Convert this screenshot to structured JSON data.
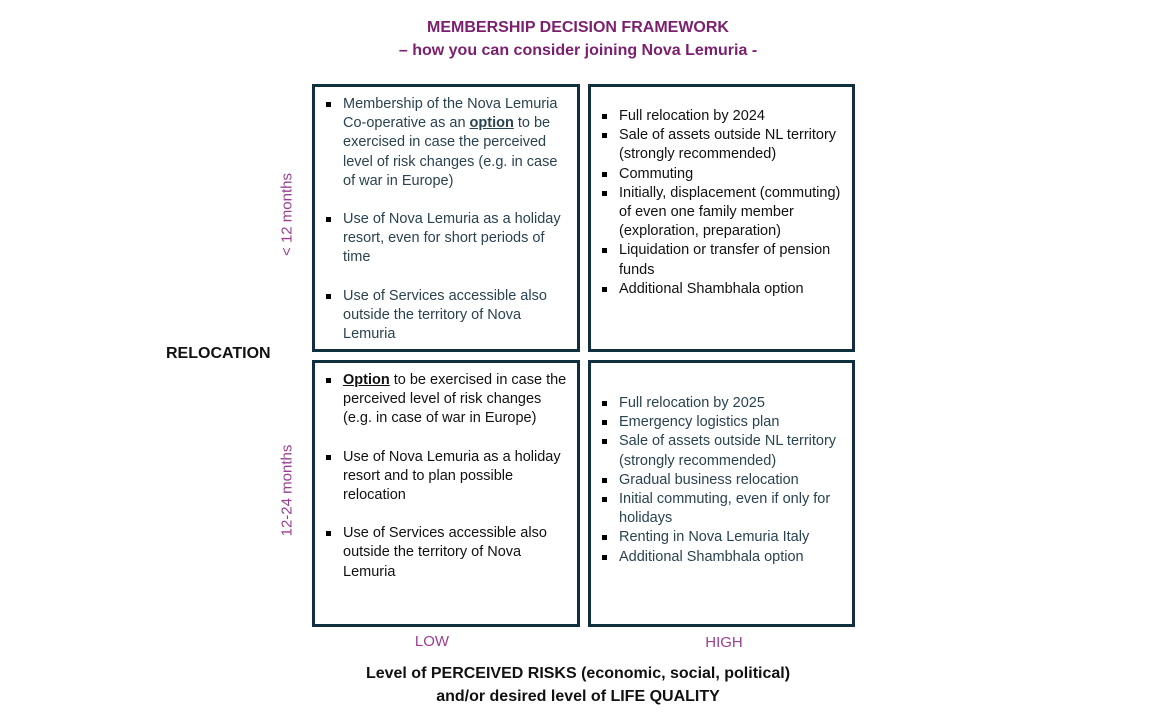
{
  "title": "MEMBERSHIP DECISION FRAMEWORK",
  "subtitle": "– how you can consider joining Nova Lemuria -",
  "y_axis": {
    "label": "RELOCATION",
    "top": "< 12 months",
    "bottom": "12-24 months"
  },
  "x_axis": {
    "low": "LOW",
    "high": "HIGH",
    "label_line1": "Level of PERCEIVED RISKS (economic, social, political)",
    "label_line2": "and/or desired level of LIFE QUALITY"
  },
  "quadrants": {
    "top_left": {
      "item1_pre": "Membership of the Nova Lemuria Co-operative as an ",
      "item1_bold": "option",
      "item1_post": " to be exercised in case the perceived level of risk changes (e.g. in case of war in Europe)",
      "item2": "Use of Nova Lemuria as a holiday resort, even for short periods of time",
      "item3": "Use of Services accessible also outside the territory of Nova Lemuria"
    },
    "top_right": [
      "Full relocation by 2024",
      "Sale of assets outside NL territory (strongly recommended)",
      "Commuting",
      "Initially, displacement (commuting) of even one family member (exploration, preparation)",
      " Liquidation or transfer of pension funds",
      "Additional Shambhala option"
    ],
    "bottom_left": {
      "item1_bold": "Option",
      "item1_post": " to be exercised in case the perceived level of risk changes (e.g. in case of war in Europe)",
      "item2": "Use of Nova Lemuria as a holiday resort and to plan possible relocation",
      "item3": "Use of Services accessible also outside the territory of Nova Lemuria"
    },
    "bottom_right": [
      "Full relocation by 2025",
      "Emergency logistics plan",
      "Sale of assets outside NL territory (strongly recommended)",
      "Gradual business relocation",
      "Initial commuting, even if only for holidays",
      "Renting in Nova Lemuria Italy",
      "Additional Shambhala option"
    ]
  }
}
